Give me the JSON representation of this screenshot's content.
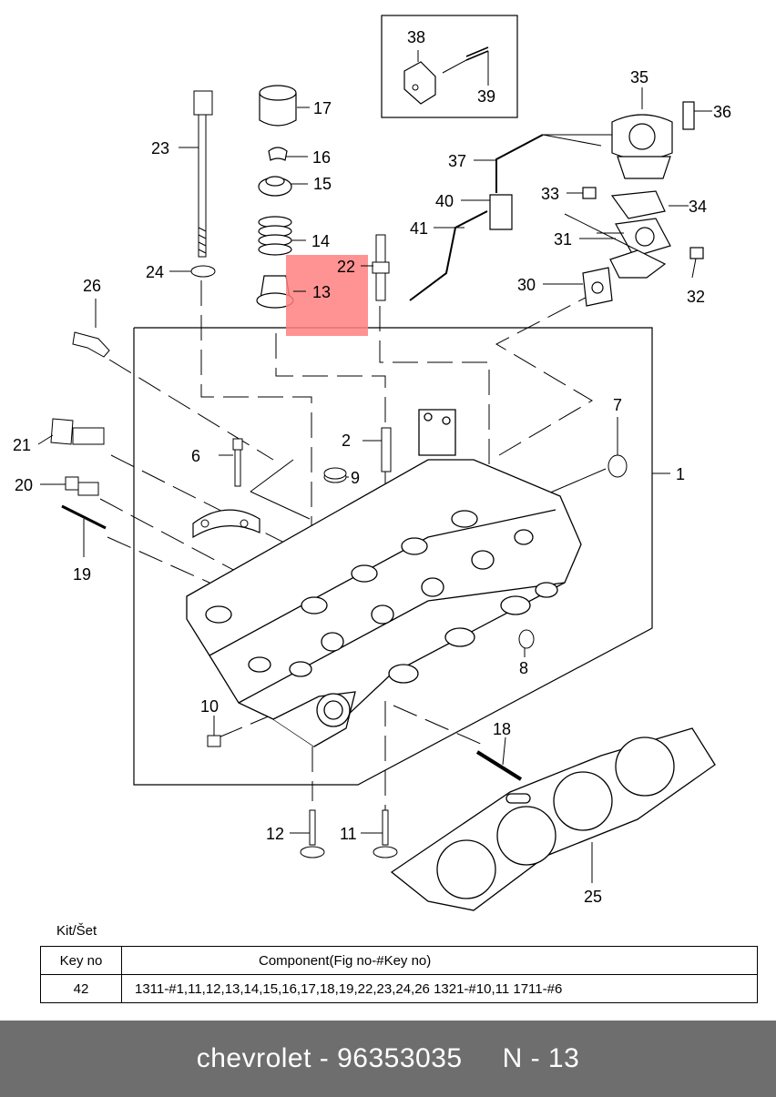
{
  "highlight_color": "#ff8080",
  "callouts": {
    "c1": "1",
    "c2": "2",
    "c6": "6",
    "c7": "7",
    "c8": "8",
    "c9": "9",
    "c10": "10",
    "c11": "11",
    "c12": "12",
    "c13": "13",
    "c14": "14",
    "c15": "15",
    "c16": "16",
    "c17": "17",
    "c18": "18",
    "c19": "19",
    "c20": "20",
    "c21": "21",
    "c22": "22",
    "c23": "23",
    "c24": "24",
    "c25": "25",
    "c26": "26",
    "c30": "30",
    "c31": "31",
    "c32": "32",
    "c33": "33",
    "c34": "34",
    "c35": "35",
    "c36": "36",
    "c37": "37",
    "c38": "38",
    "c39": "39",
    "c40": "40",
    "c41": "41"
  },
  "kit": {
    "title": "Kit/Šet",
    "headers": {
      "key_no": "Key no",
      "component": "Component(Fig no-#Key no)"
    },
    "row": {
      "key_no": "42",
      "component": "1311-#1,11,12,13,14,15,16,17,18,19,22,23,24,26  1321-#10,11  1711-#6"
    }
  },
  "footer": {
    "part": "chevrolet - 96353035",
    "page": "N - 13"
  }
}
